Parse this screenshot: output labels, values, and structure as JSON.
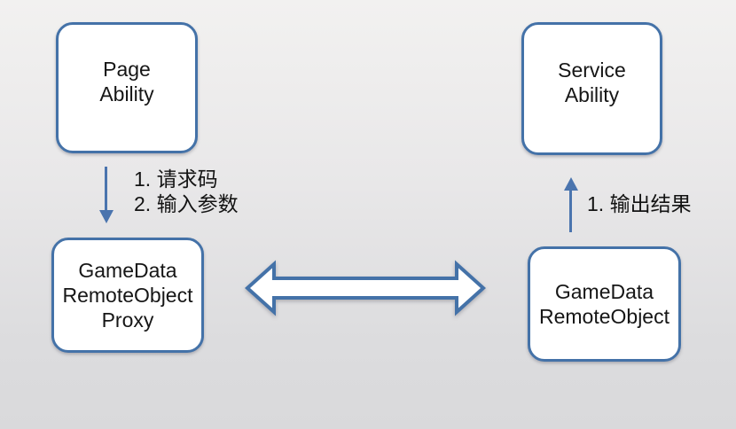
{
  "diagram": {
    "boxes": {
      "page_ability": {
        "line1": "Page",
        "line2": "Ability"
      },
      "service_ability": {
        "line1": "Service",
        "line2": "Ability"
      },
      "gamedata_proxy": {
        "line1": "GameData",
        "line2": "RemoteObject",
        "line3": "Proxy"
      },
      "gamedata_remote": {
        "line1": "GameData",
        "line2": "RemoteObject"
      }
    },
    "edge_labels": {
      "request": {
        "line1": "1. 请求码",
        "line2": "2. 输入参数"
      },
      "output": {
        "line1": "1. 输出结果"
      }
    },
    "edges": [
      {
        "from": "page_ability",
        "to": "gamedata_proxy",
        "direction": "down"
      },
      {
        "from": "gamedata_remote",
        "to": "service_ability",
        "direction": "up"
      },
      {
        "from": "gamedata_proxy",
        "to": "gamedata_remote",
        "direction": "both"
      }
    ],
    "colors": {
      "box_border": "#4472a8",
      "box_fill": "#ffffff",
      "arrow_blue": "#4a74ae",
      "background_top": "#f2f1f0",
      "background_bottom": "#d9d9db",
      "text": "#161616"
    }
  }
}
